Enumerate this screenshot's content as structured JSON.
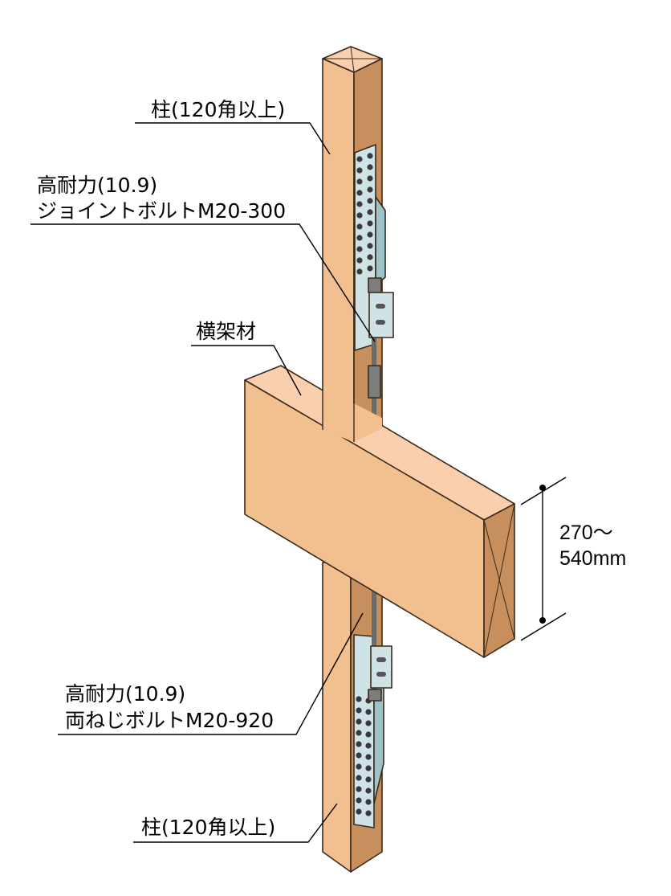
{
  "labels": {
    "column_top": "柱(120角以上)",
    "joint_bolt_line1": "高耐力(10.9)",
    "joint_bolt_line2": "ジョイントボルトM20-300",
    "beam": "横架材",
    "through_bolt_line1": "高耐力(10.9)",
    "through_bolt_line2": "両ねじボルトM20-920",
    "column_bottom": "柱(120角以上)"
  },
  "dimension": {
    "line1": "270～",
    "line2": "540mm"
  },
  "colors": {
    "wood_front": "#f2c08f",
    "wood_side": "#c78f5e",
    "wood_top": "#f9cfae",
    "hardware": "#cfe3e6",
    "hardware_dark": "#8fb0b6",
    "bolt": "#6b6b6b",
    "line": "#000000"
  }
}
